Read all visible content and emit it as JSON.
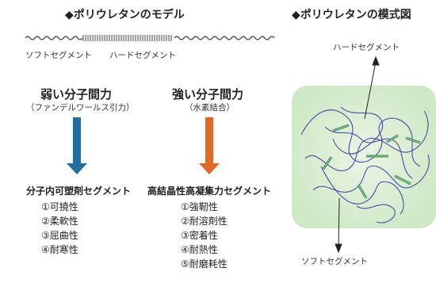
{
  "left_panel": {
    "title": "◆ポリウレタンのモデル",
    "soft_label": "ソフトセグメント",
    "hard_label": "ハードセグメント",
    "weak": {
      "title": "弱い分子間力",
      "subtitle": "（ファンデルワールス引力）",
      "arrow_color": "#1f6e9e",
      "segment": "分子内可塑剤セグメント",
      "properties": [
        "①可撓性",
        "②柔軟性",
        "③屈曲性",
        "④耐寒性"
      ]
    },
    "strong": {
      "title": "強い分子間力",
      "subtitle": "（水素結合）",
      "arrow_color": "#e0692a",
      "segment": "高結晶性高凝集力セグメント",
      "properties": [
        "①強靭性",
        "②耐溶剤性",
        "③密着性",
        "④耐熱性",
        "⑤耐磨耗性"
      ]
    }
  },
  "right_panel": {
    "title": "◆ポリウレタンの模式図",
    "hard_label": "ハードセグメント",
    "soft_label": "ソフトセグメント",
    "box_color": "#cfe9c6",
    "chain_color": "#4a4aa8",
    "hard_color": "#2f8a4a"
  }
}
